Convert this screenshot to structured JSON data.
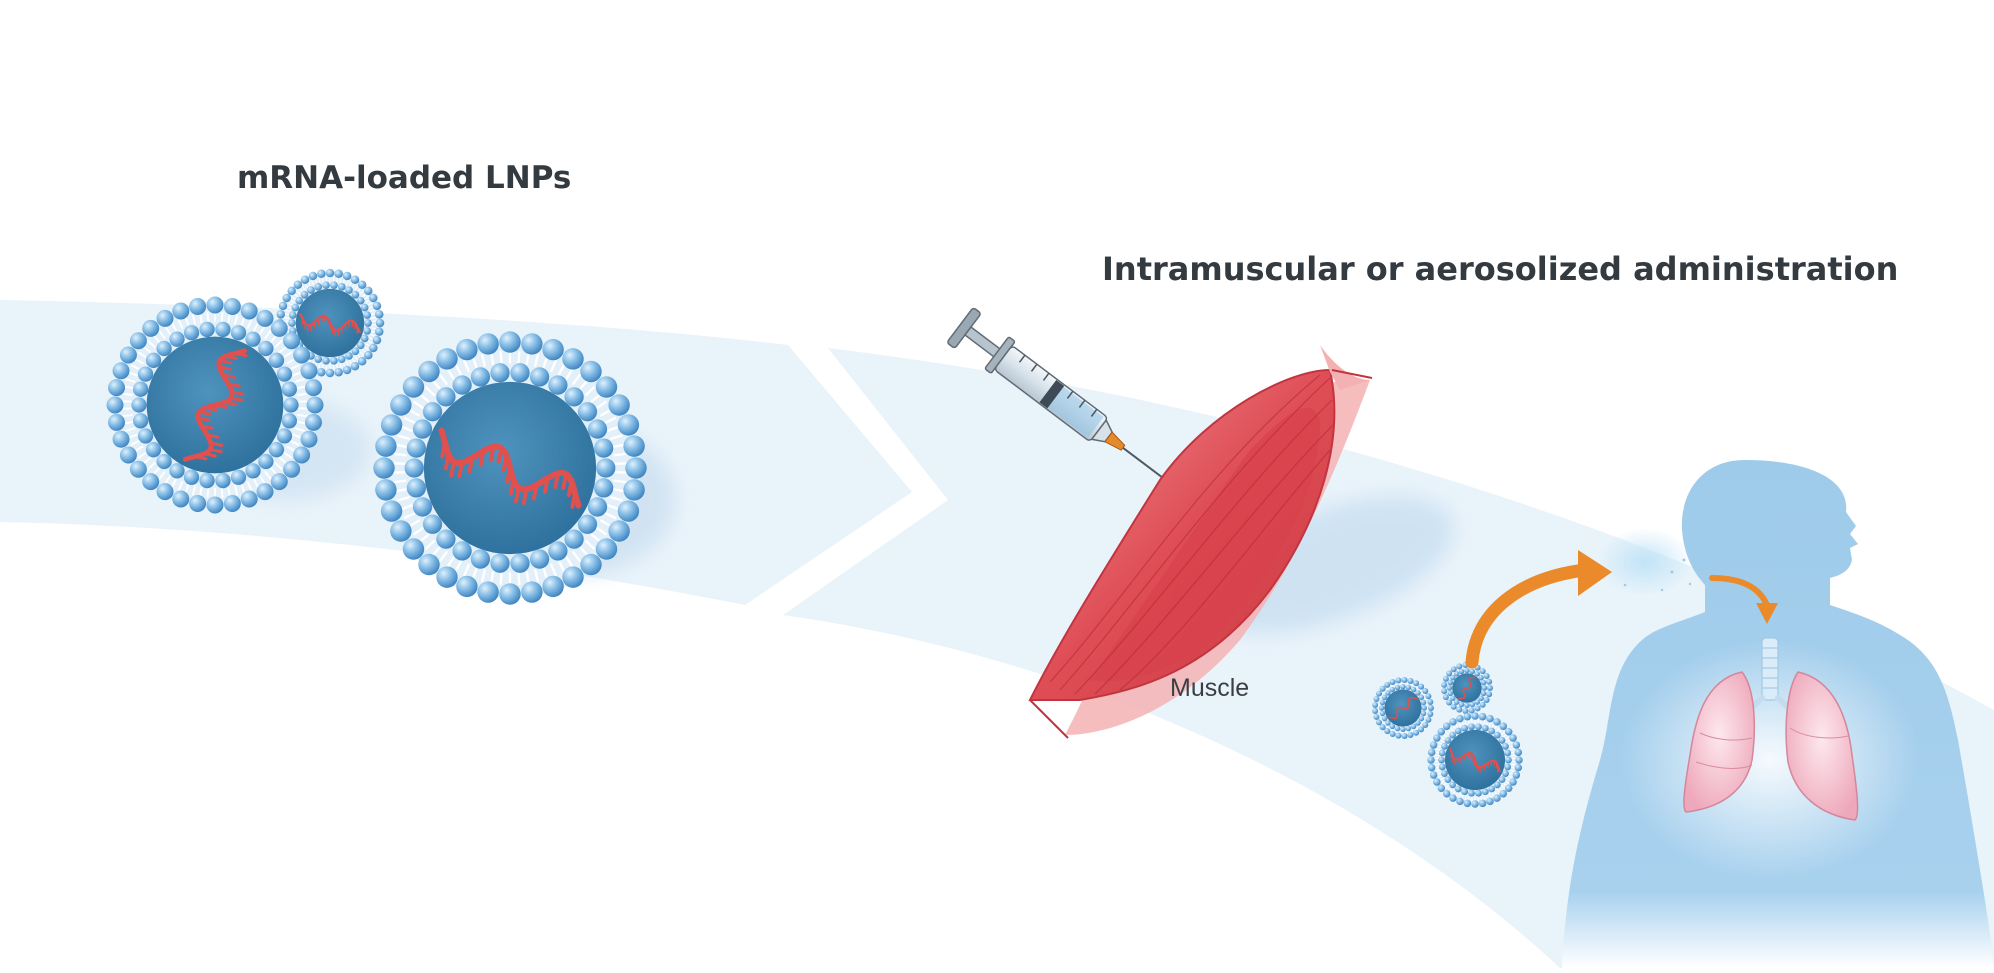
{
  "labels": {
    "lnp_title": "mRNA-loaded LNPs",
    "admin_title": "Intramuscular or aerosolized administration",
    "muscle": "Muscle"
  },
  "colors": {
    "band": "#e9f3fa",
    "lipid_head": "#7fb7e3",
    "lipid_core": "#3f86b4",
    "mrna": "#e0504e",
    "muscle": "#d9474f",
    "body": "#9ecbea",
    "lung": "#f2b7c4",
    "arrow": "#ea8a2b",
    "text": "#333a40"
  },
  "icons": [
    "lipid-nanoparticle-icon",
    "syringe-icon",
    "muscle-icon",
    "human-body-icon",
    "lungs-icon",
    "curved-arrow-icon"
  ]
}
